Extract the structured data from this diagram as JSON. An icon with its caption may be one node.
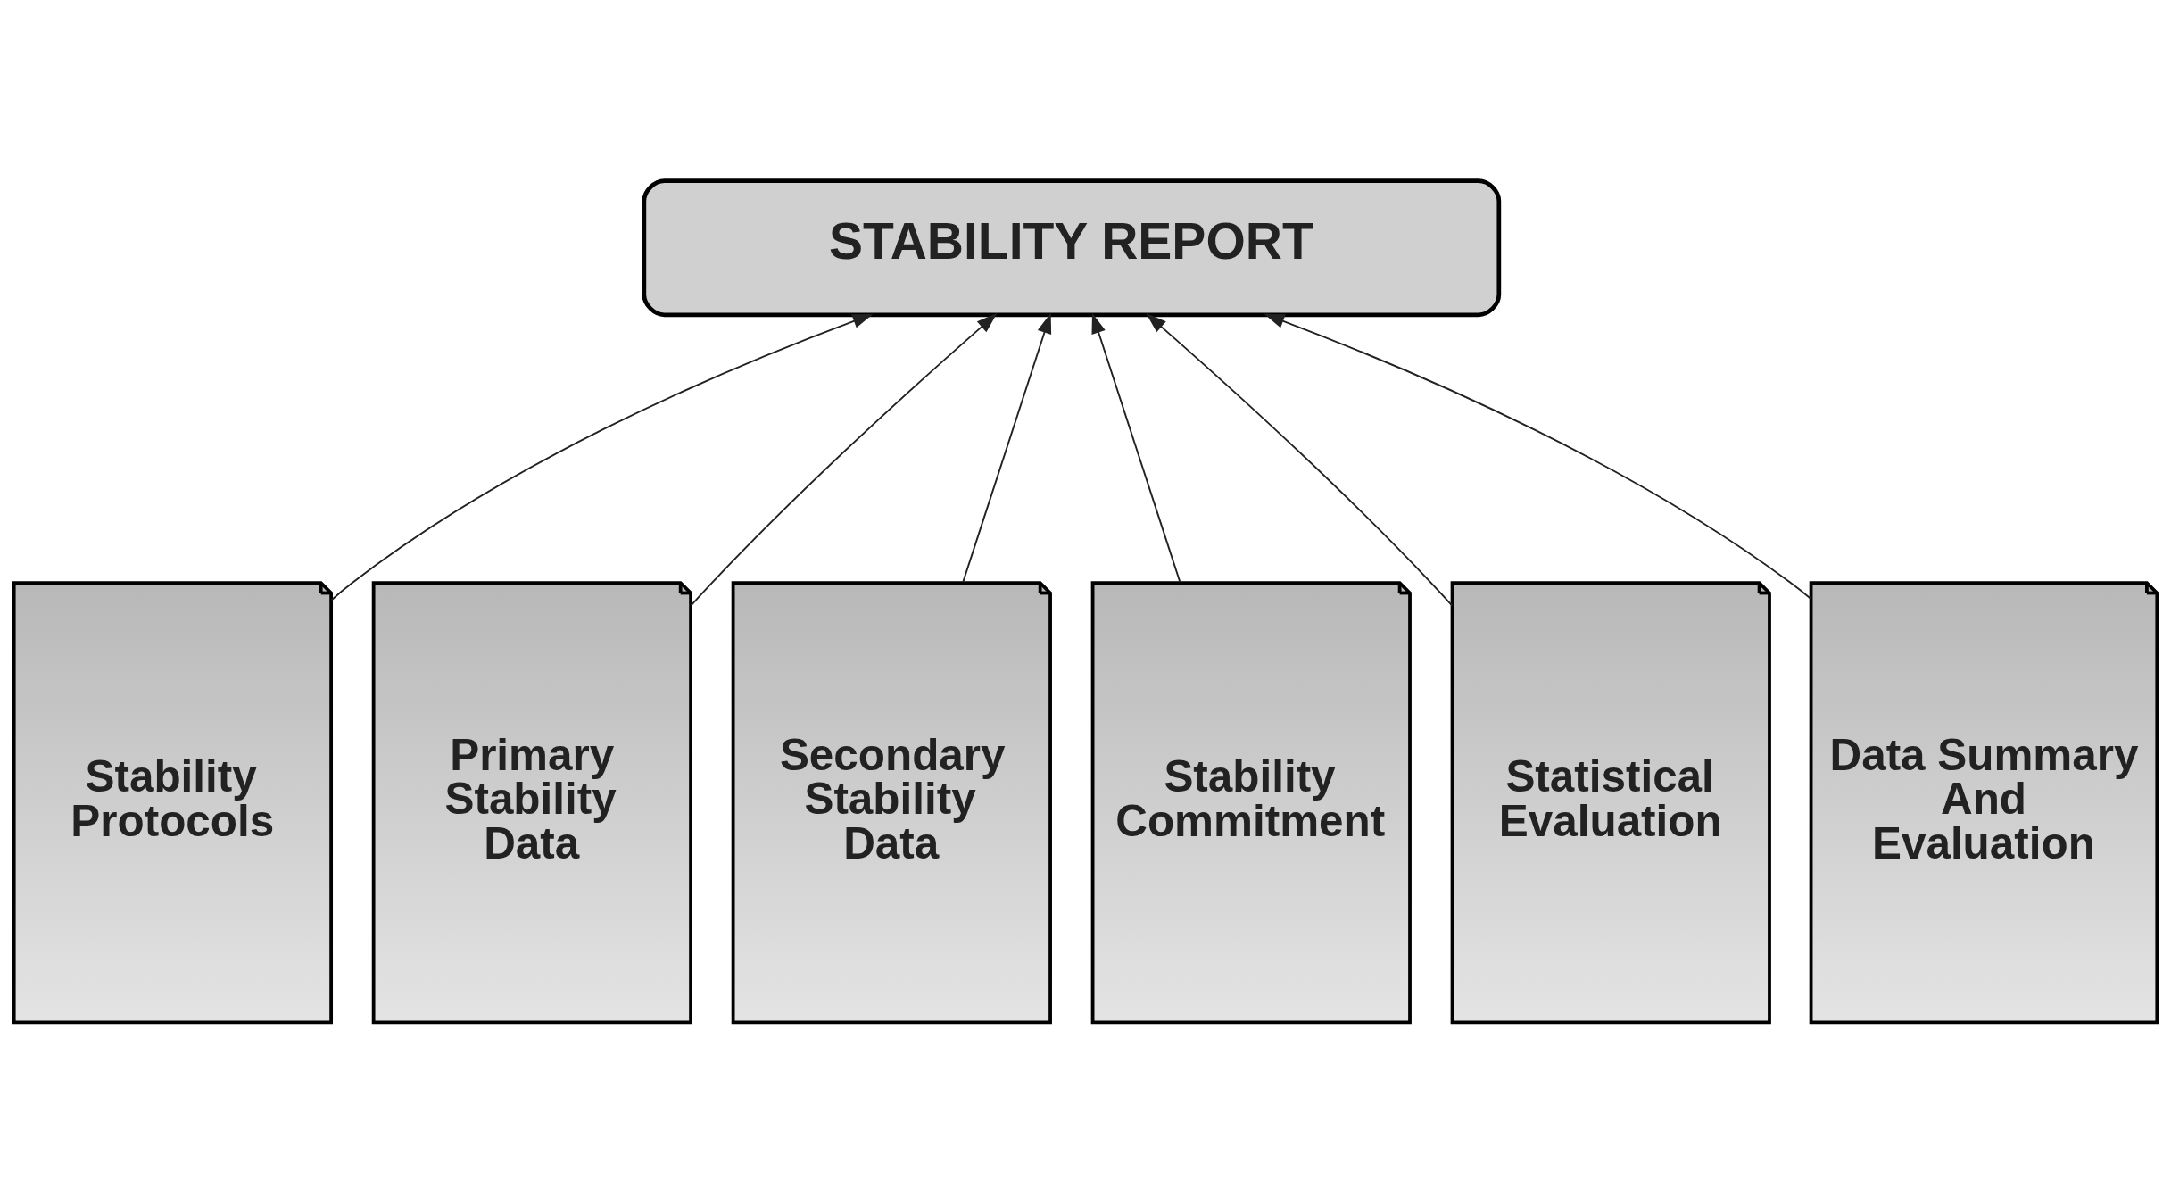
{
  "diagram": {
    "nodes": [
      {
        "text": [
          "STABILITY REPORT"
        ]
      },
      {
        "text": [
          "Stability Protocols"
        ]
      },
      {
        "text": [
          "Primary Stability Data"
        ]
      },
      {
        "text": [
          "Secondary Stability Data"
        ]
      },
      {
        "text": [
          "Stability Commitment"
        ]
      },
      {
        "text": [
          "Statistical Evaluation"
        ]
      },
      {
        "text": [
          "Data Summary And Evaluation"
        ]
      }
    ],
    "edges": [
      {
        "from": 1,
        "to": 0,
        "arrow": "to"
      },
      {
        "from": 2,
        "to": 0,
        "arrow": "to"
      },
      {
        "from": 3,
        "to": 0,
        "arrow": "to"
      },
      {
        "from": 4,
        "to": 0,
        "arrow": "to"
      },
      {
        "from": 5,
        "to": 0,
        "arrow": "to"
      },
      {
        "from": 6,
        "to": 0,
        "arrow": "to"
      }
    ]
  }
}
